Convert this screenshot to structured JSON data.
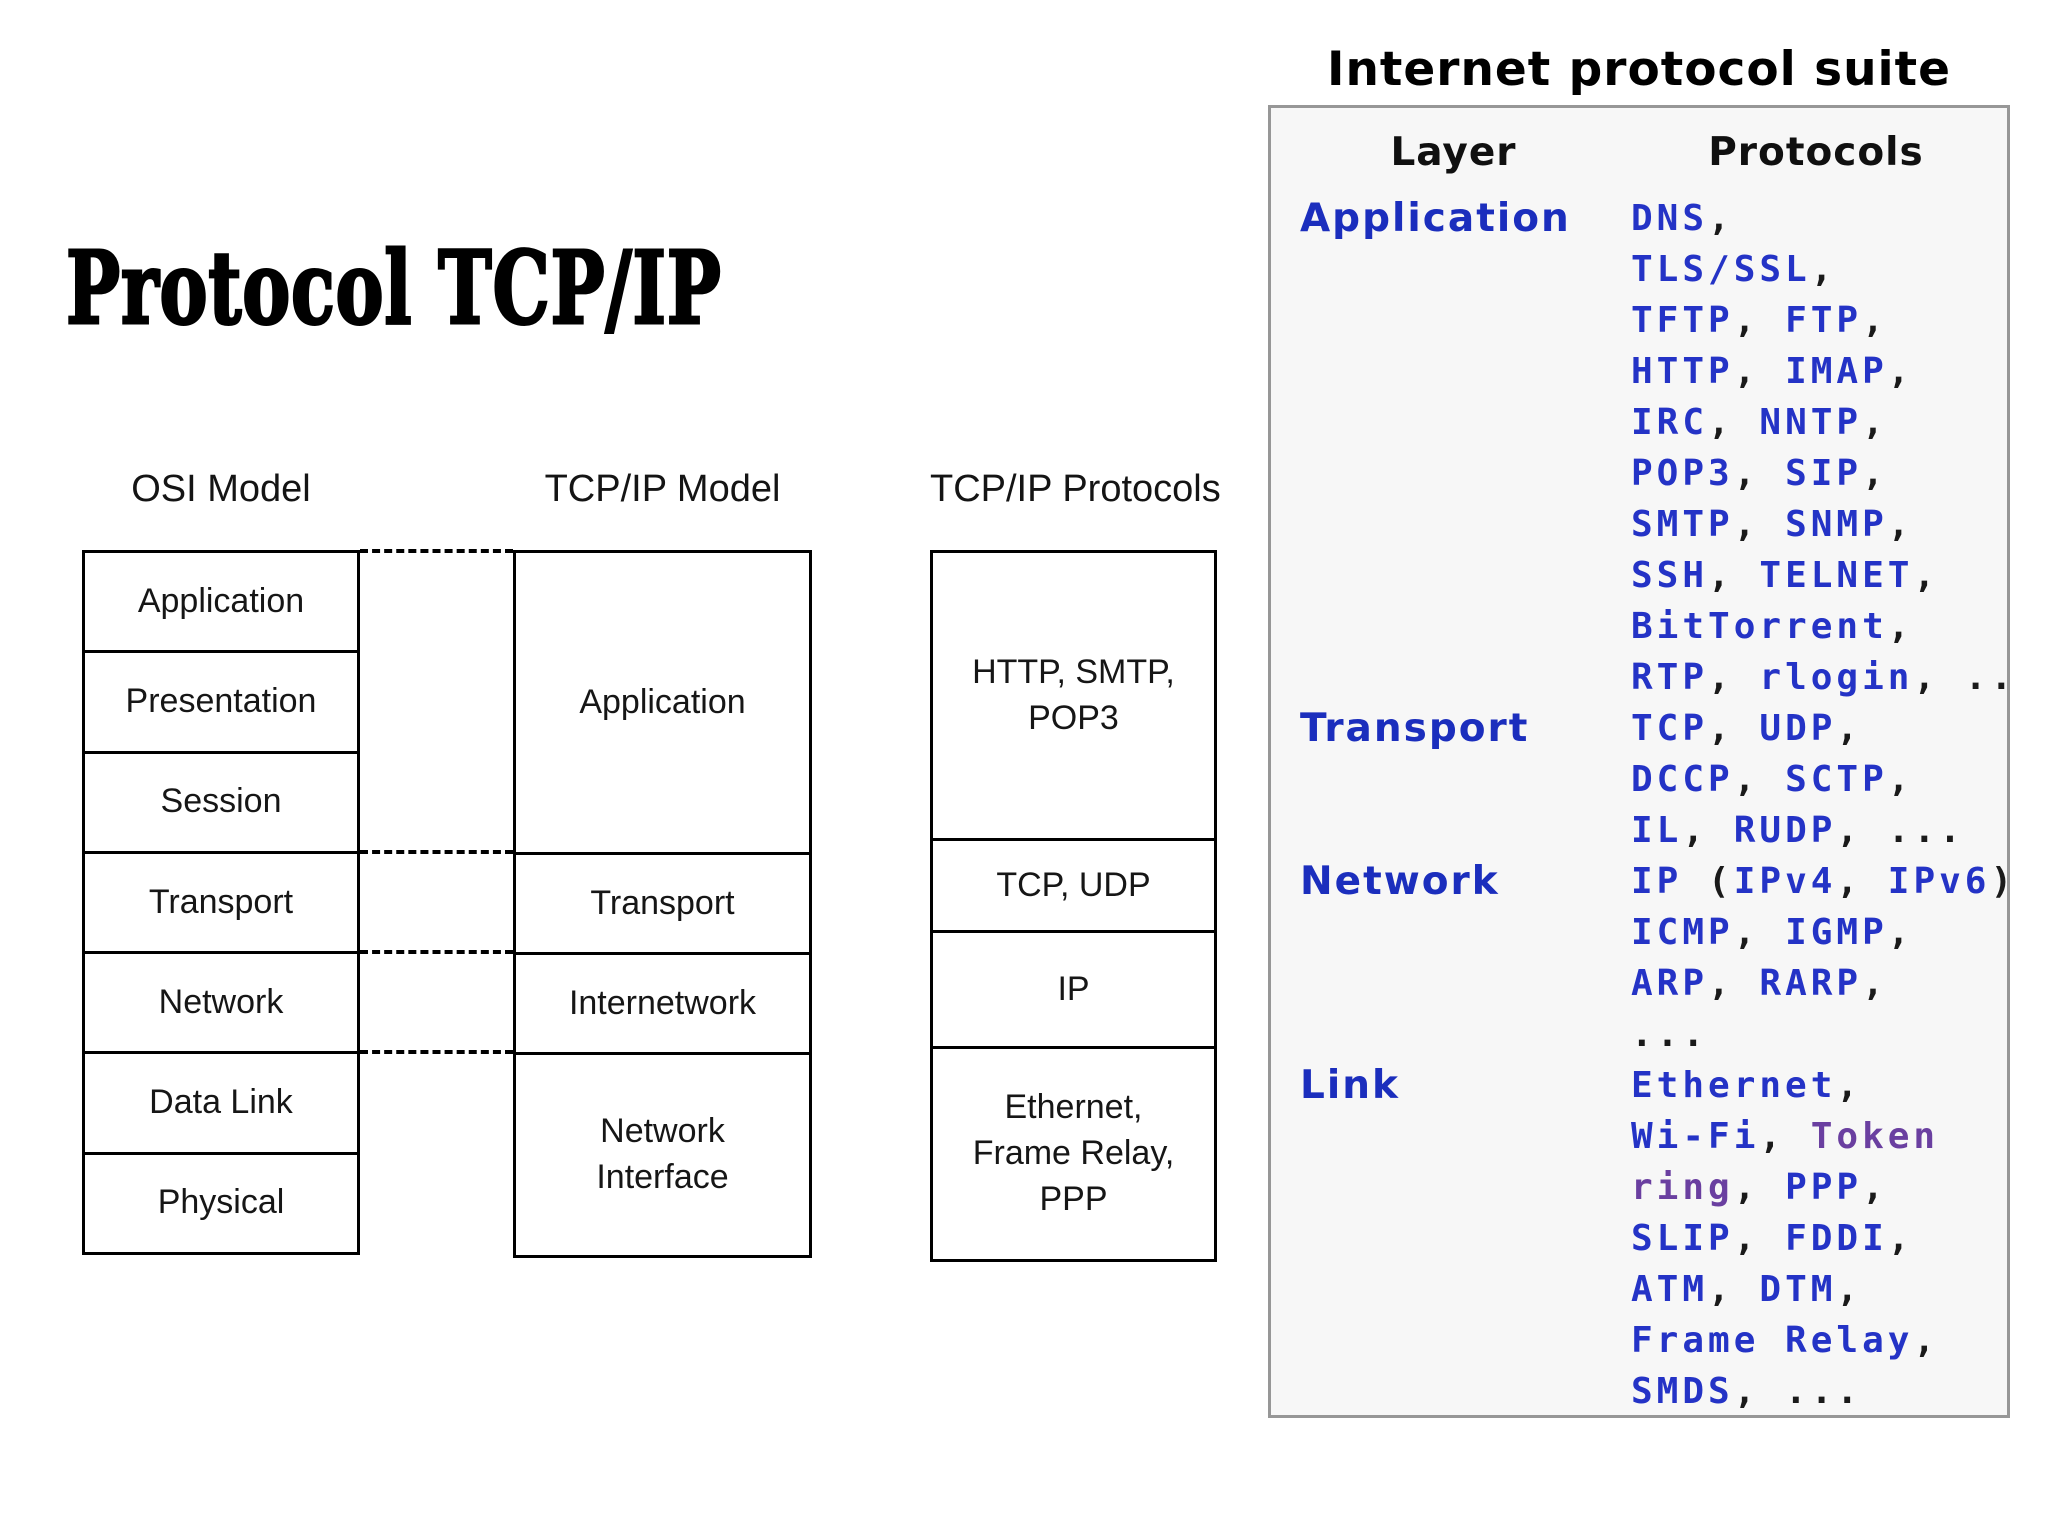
{
  "page": {
    "title": "Protocol TCP/IP"
  },
  "colors": {
    "link": "#2433c6",
    "visited": "#6a3fa0",
    "label": "#1b2ebd",
    "plain": "#1a1a1a",
    "table_background": "#f7f7f7",
    "table_border": "#979797"
  },
  "diagram": {
    "osi": {
      "header": "OSI Model",
      "rows": [
        "Application",
        "Presentation",
        "Session",
        "Transport",
        "Network",
        "Data Link",
        "Physical"
      ]
    },
    "tcpip_model": {
      "header": "TCP/IP Model",
      "rows": [
        "Application",
        "Transport",
        "Internetwork",
        "Network\nInterface"
      ]
    },
    "tcpip_protocols": {
      "header": "TCP/IP Protocols",
      "rows": [
        "HTTP, SMTP,\nPOP3",
        "TCP, UDP",
        "IP",
        "Ethernet,\nFrame Relay,\nPPP"
      ]
    }
  },
  "suite": {
    "title": "Internet protocol suite",
    "columns": [
      "Layer",
      "Protocols"
    ],
    "rows": [
      {
        "layer": "Application",
        "lines": [
          [
            {
              "t": "DNS",
              "c": "l"
            },
            {
              "t": ",",
              "c": "p"
            }
          ],
          [
            {
              "t": "TLS/SSL",
              "c": "l"
            },
            {
              "t": ",",
              "c": "p"
            }
          ],
          [
            {
              "t": "TFTP",
              "c": "l"
            },
            {
              "t": ", ",
              "c": "p"
            },
            {
              "t": "FTP",
              "c": "l"
            },
            {
              "t": ",",
              "c": "p"
            }
          ],
          [
            {
              "t": "HTTP",
              "c": "l"
            },
            {
              "t": ", ",
              "c": "p"
            },
            {
              "t": "IMAP",
              "c": "l"
            },
            {
              "t": ",",
              "c": "p"
            }
          ],
          [
            {
              "t": "IRC",
              "c": "l"
            },
            {
              "t": ", ",
              "c": "p"
            },
            {
              "t": "NNTP",
              "c": "l"
            },
            {
              "t": ",",
              "c": "p"
            }
          ],
          [
            {
              "t": "POP3",
              "c": "l"
            },
            {
              "t": ", ",
              "c": "p"
            },
            {
              "t": "SIP",
              "c": "l"
            },
            {
              "t": ",",
              "c": "p"
            }
          ],
          [
            {
              "t": "SMTP",
              "c": "l"
            },
            {
              "t": ", ",
              "c": "p"
            },
            {
              "t": "SNMP",
              "c": "l"
            },
            {
              "t": ",",
              "c": "p"
            }
          ],
          [
            {
              "t": "SSH",
              "c": "l"
            },
            {
              "t": ", ",
              "c": "p"
            },
            {
              "t": "TELNET",
              "c": "l"
            },
            {
              "t": ",",
              "c": "p"
            }
          ],
          [
            {
              "t": "BitTorrent",
              "c": "l"
            },
            {
              "t": ",",
              "c": "p"
            }
          ],
          [
            {
              "t": "RTP",
              "c": "l"
            },
            {
              "t": ", ",
              "c": "p"
            },
            {
              "t": "rlogin",
              "c": "l"
            },
            {
              "t": ", ...",
              "c": "p"
            }
          ]
        ]
      },
      {
        "layer": "Transport",
        "lines": [
          [
            {
              "t": "TCP",
              "c": "l"
            },
            {
              "t": ", ",
              "c": "p"
            },
            {
              "t": "UDP",
              "c": "l"
            },
            {
              "t": ",",
              "c": "p"
            }
          ],
          [
            {
              "t": "DCCP",
              "c": "l"
            },
            {
              "t": ", ",
              "c": "p"
            },
            {
              "t": "SCTP",
              "c": "l"
            },
            {
              "t": ",",
              "c": "p"
            }
          ],
          [
            {
              "t": "IL",
              "c": "l"
            },
            {
              "t": ", ",
              "c": "p"
            },
            {
              "t": "RUDP",
              "c": "l"
            },
            {
              "t": ", ...",
              "c": "p"
            }
          ]
        ]
      },
      {
        "layer": "Network",
        "lines": [
          [
            {
              "t": "IP",
              "c": "l"
            },
            {
              "t": " (",
              "c": "p"
            },
            {
              "t": "IPv4",
              "c": "l"
            },
            {
              "t": ", ",
              "c": "p"
            },
            {
              "t": "IPv6",
              "c": "l"
            },
            {
              "t": "),",
              "c": "p"
            }
          ],
          [
            {
              "t": "ICMP",
              "c": "l"
            },
            {
              "t": ", ",
              "c": "p"
            },
            {
              "t": "IGMP",
              "c": "l"
            },
            {
              "t": ",",
              "c": "p"
            }
          ],
          [
            {
              "t": "ARP",
              "c": "l"
            },
            {
              "t": ", ",
              "c": "p"
            },
            {
              "t": "RARP",
              "c": "l"
            },
            {
              "t": ",",
              "c": "p"
            }
          ],
          [
            {
              "t": "...",
              "c": "p"
            }
          ]
        ]
      },
      {
        "layer": "Link",
        "lines": [
          [
            {
              "t": "Ethernet",
              "c": "l"
            },
            {
              "t": ",",
              "c": "p"
            }
          ],
          [
            {
              "t": "Wi-Fi",
              "c": "l"
            },
            {
              "t": ", ",
              "c": "p"
            },
            {
              "t": "Token",
              "c": "v"
            }
          ],
          [
            {
              "t": "ring",
              "c": "v"
            },
            {
              "t": ", ",
              "c": "p"
            },
            {
              "t": "PPP",
              "c": "l"
            },
            {
              "t": ",",
              "c": "p"
            }
          ],
          [
            {
              "t": "SLIP",
              "c": "l"
            },
            {
              "t": ", ",
              "c": "p"
            },
            {
              "t": "FDDI",
              "c": "l"
            },
            {
              "t": ",",
              "c": "p"
            }
          ],
          [
            {
              "t": "ATM",
              "c": "l"
            },
            {
              "t": ", ",
              "c": "p"
            },
            {
              "t": "DTM",
              "c": "l"
            },
            {
              "t": ",",
              "c": "p"
            }
          ],
          [
            {
              "t": "Frame Relay",
              "c": "l"
            },
            {
              "t": ",",
              "c": "p"
            }
          ],
          [
            {
              "t": "SMDS",
              "c": "l"
            },
            {
              "t": ", ...",
              "c": "p"
            }
          ]
        ]
      }
    ]
  }
}
